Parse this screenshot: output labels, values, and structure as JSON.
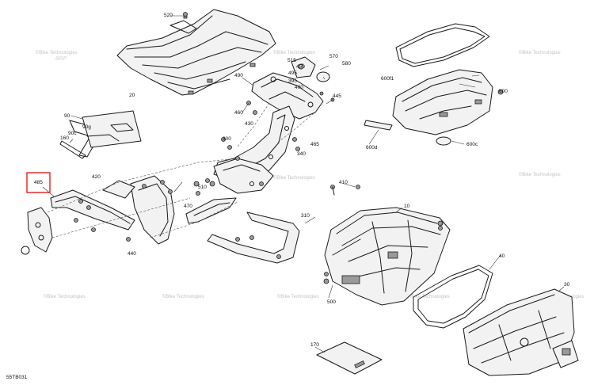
{
  "diagram": {
    "figure_code": "55TB031",
    "highlight_color": "#e02020",
    "highlighted_callout": "485",
    "watermark_text": "©Bike Technologies",
    "callouts": [
      {
        "id": "520"
      },
      {
        "id": "20"
      },
      {
        "id": "570"
      },
      {
        "id": "580"
      },
      {
        "id": "515"
      },
      {
        "id": "450"
      },
      {
        "id": "495"
      },
      {
        "id": "395"
      },
      {
        "id": "490"
      },
      {
        "id": "445"
      },
      {
        "id": "460"
      },
      {
        "id": "400"
      },
      {
        "id": "430"
      },
      {
        "id": "300"
      },
      {
        "id": "465"
      },
      {
        "id": "340"
      },
      {
        "id": "600f1"
      },
      {
        "id": "600"
      },
      {
        "id": "600d"
      },
      {
        "id": "600c"
      },
      {
        "id": "90"
      },
      {
        "id": "90c"
      },
      {
        "id": "90g"
      },
      {
        "id": "160"
      },
      {
        "id": "485"
      },
      {
        "id": "420"
      },
      {
        "id": "440"
      },
      {
        "id": "510"
      },
      {
        "id": "470"
      },
      {
        "id": "410"
      },
      {
        "id": "10"
      },
      {
        "id": "310"
      },
      {
        "id": "500"
      },
      {
        "id": "40"
      },
      {
        "id": "30"
      },
      {
        "id": "170"
      }
    ]
  }
}
